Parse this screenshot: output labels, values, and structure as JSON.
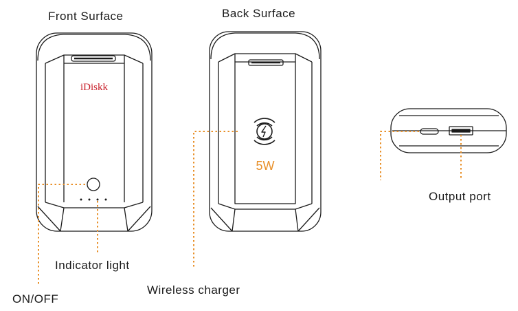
{
  "labels": {
    "front_title": "Front Surface",
    "back_title": "Back Surface",
    "indicator": "Indicator light",
    "on_off": "ON/OFF",
    "wireless": "Wireless charger",
    "output": "Output port"
  },
  "device": {
    "brand": "iDiskk",
    "wireless_power": "5W"
  },
  "colors": {
    "leader_line": "#e8902a",
    "brand_text": "#c8202a",
    "power_text": "#e8902a",
    "outline": "#1a1a1a"
  },
  "icons": {
    "wireless_charging": "wireless-charging-icon",
    "power_button": "power-button-icon"
  }
}
